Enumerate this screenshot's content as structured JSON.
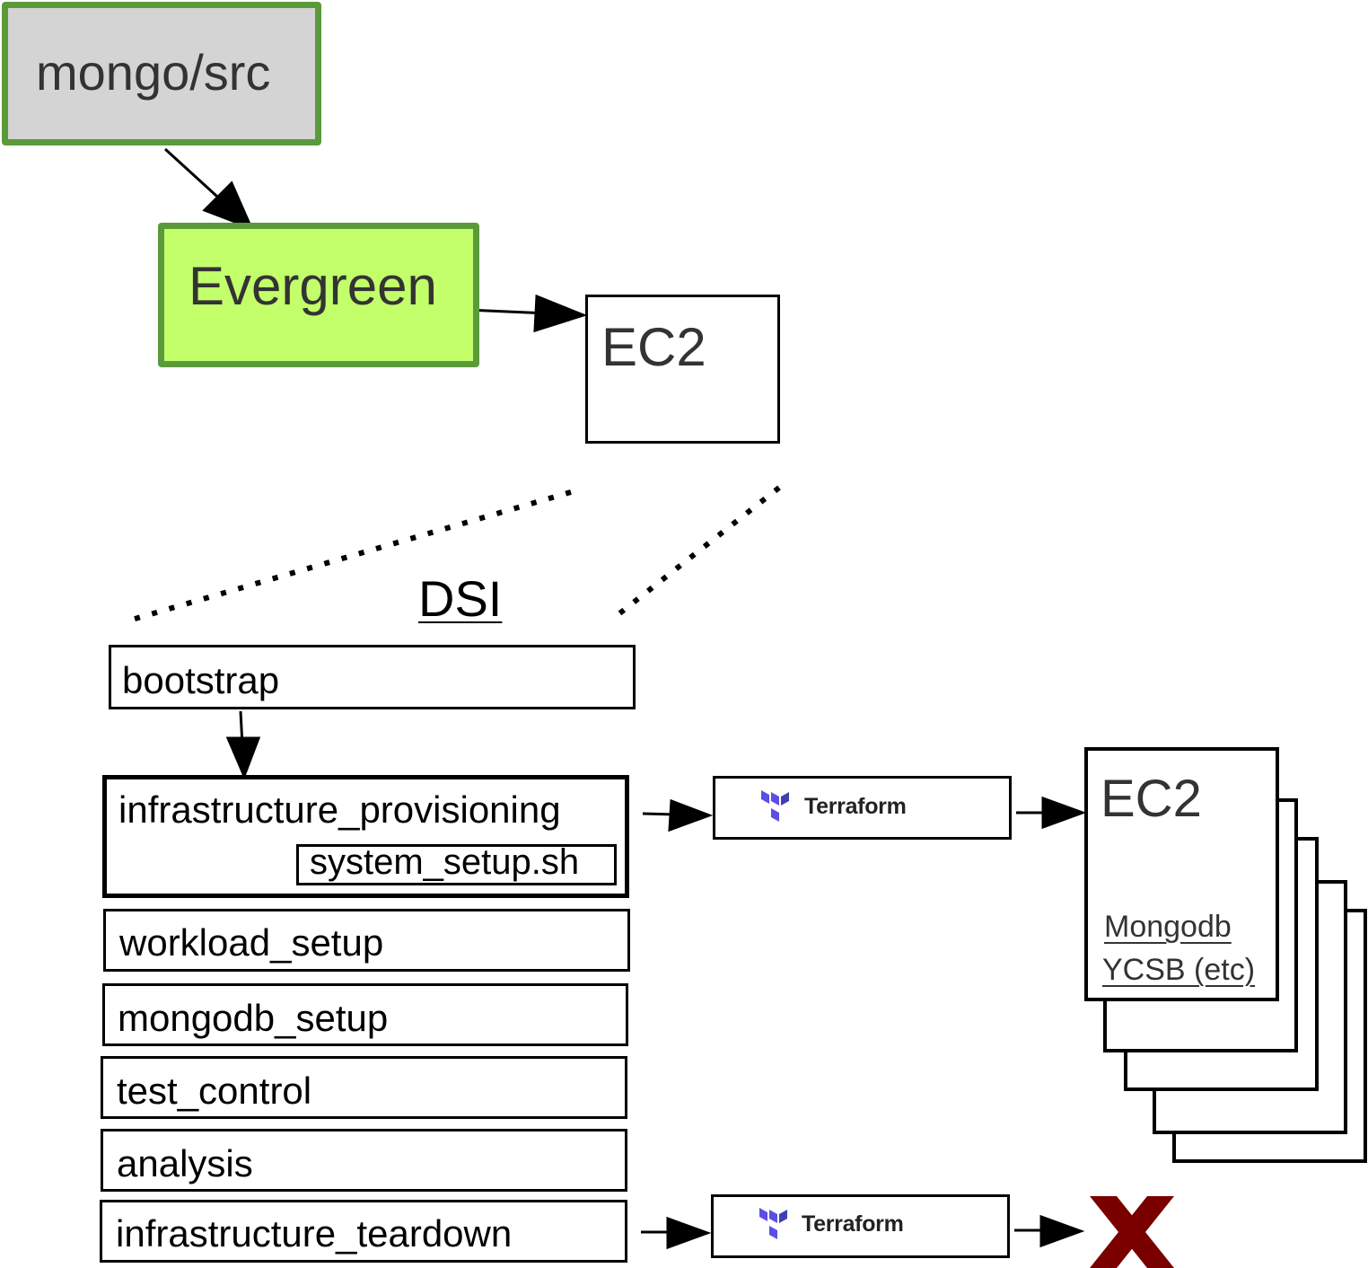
{
  "nodes": {
    "mongo_src": "mongo/src",
    "evergreen": "Evergreen",
    "ec2_top": "EC2",
    "dsi_title": "DSI",
    "bootstrap": "bootstrap",
    "infrastructure_provisioning": "infrastructure_provisioning",
    "system_setup": "system_setup.sh",
    "workload_setup": "workload_setup",
    "mongodb_setup": "mongodb_setup",
    "test_control": "test_control",
    "analysis": "analysis",
    "infrastructure_teardown": "infrastructure_teardown",
    "terraform_1": "Terraform",
    "terraform_2": "Terraform",
    "ec2_cluster": "EC2",
    "ec2_cluster_line1": "Mongodb",
    "ec2_cluster_line2": "YCSB (etc)"
  },
  "colors": {
    "mongo_fill": "#d4d4d4",
    "mongo_border": "#5b9a3a",
    "evergreen_fill": "#c2ff6b",
    "evergreen_border": "#5b9a3a",
    "terraform_purple": "#5c4ee5",
    "teardown_x": "#7a0000"
  },
  "icons": [
    "terraform-logo-icon",
    "teardown-x-icon"
  ]
}
